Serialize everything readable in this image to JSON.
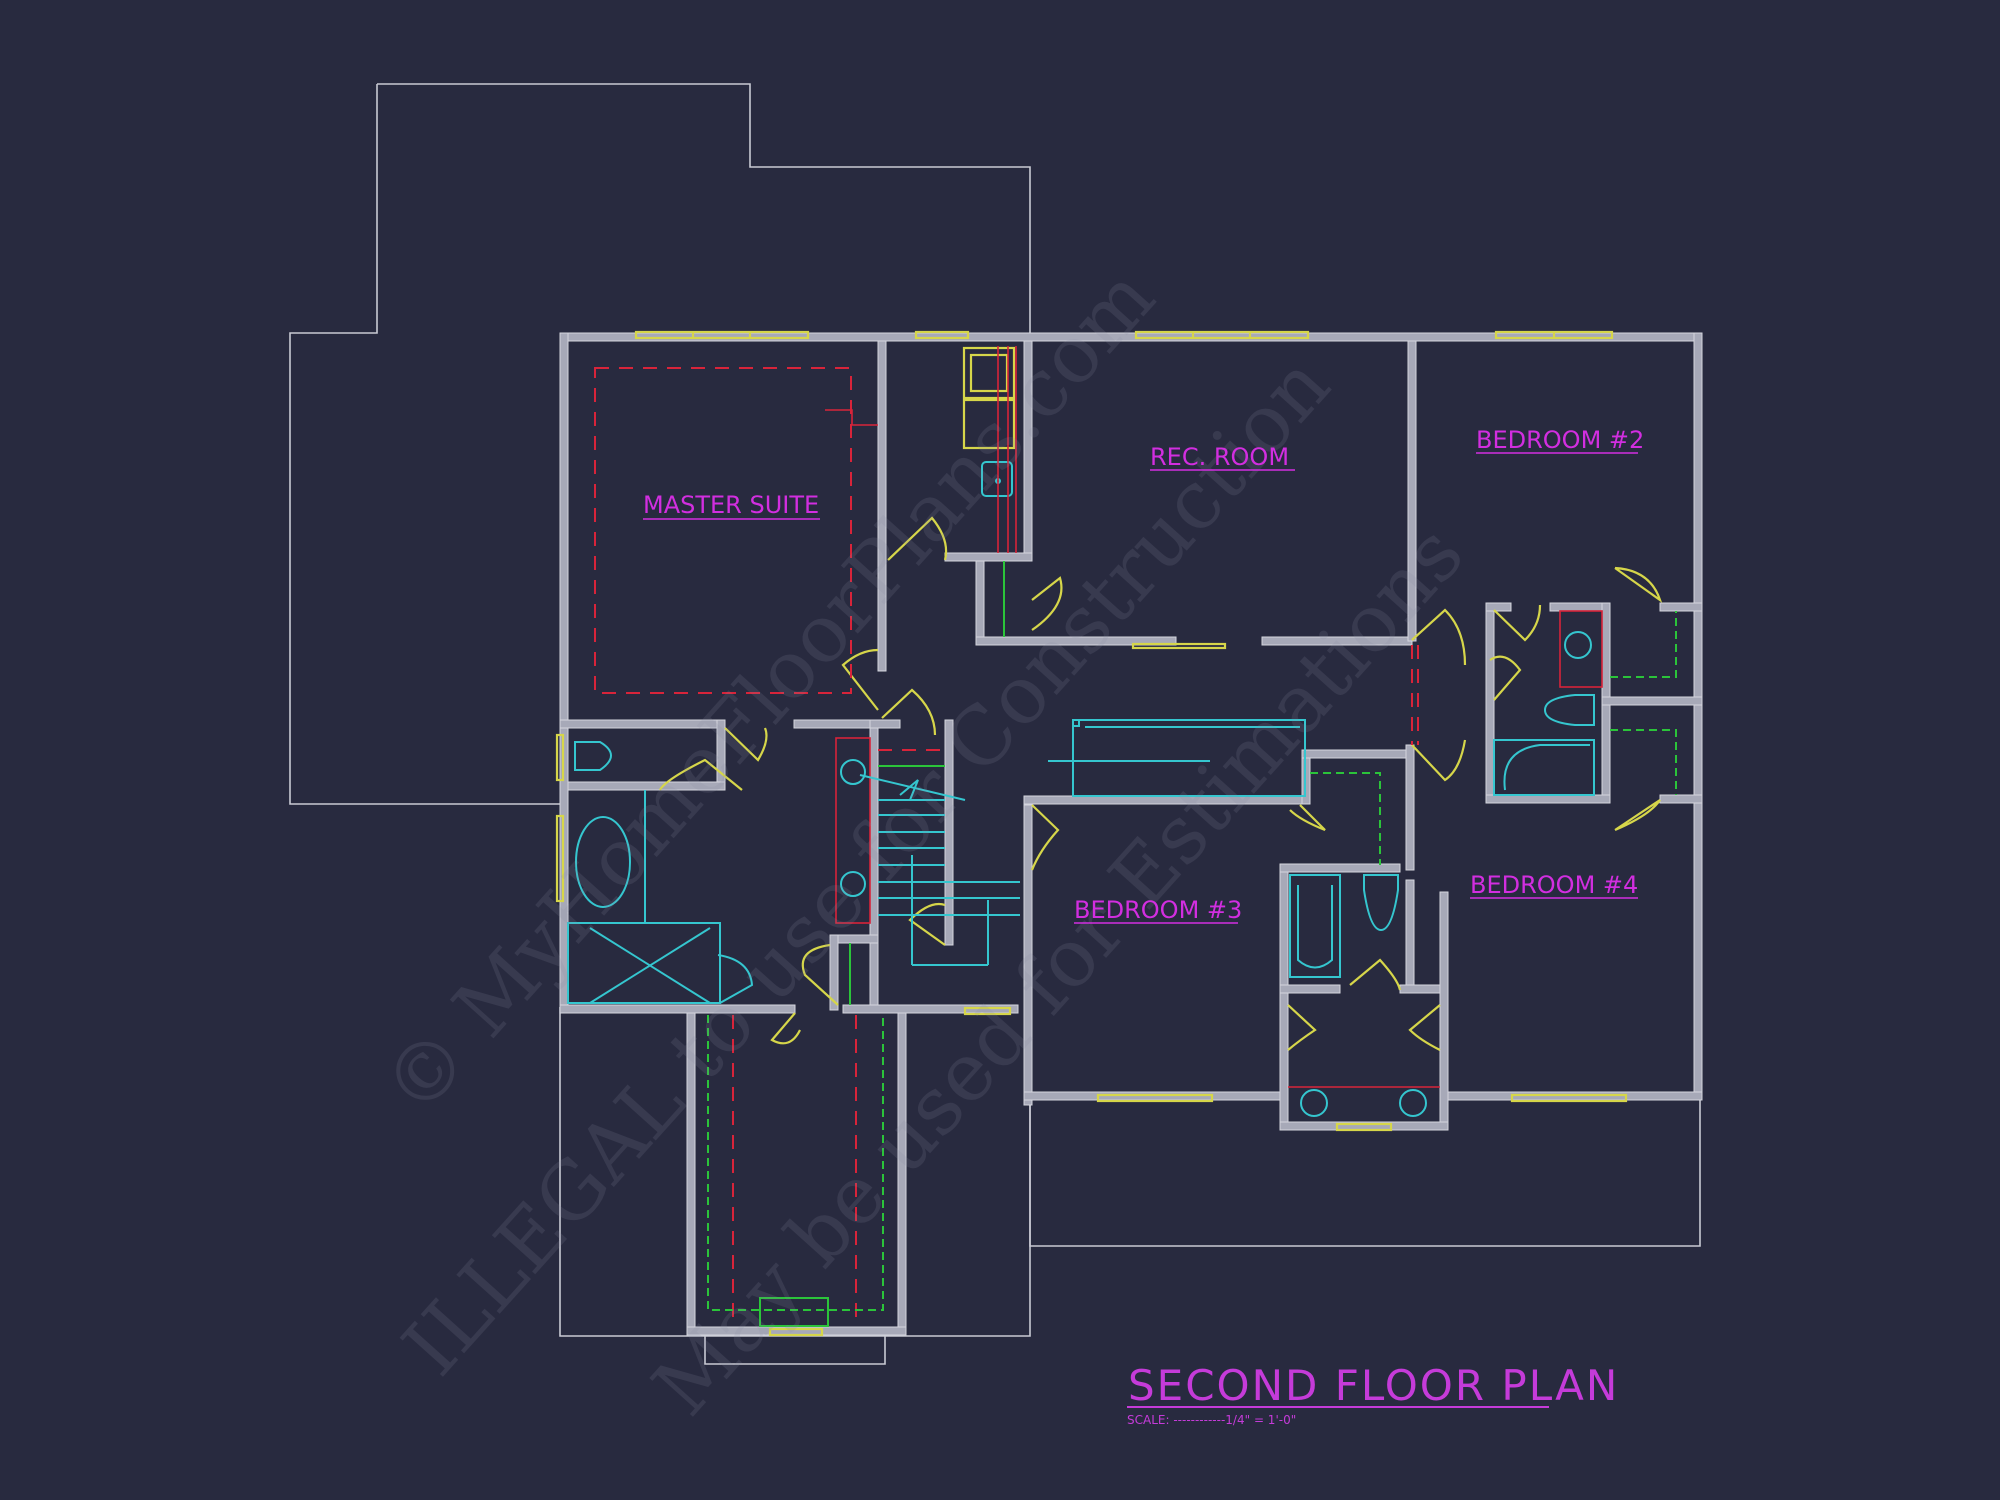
{
  "drawing": {
    "title": "SECOND FLOOR PLAN",
    "scale": "SCALE: ------------1/4\" = 1'-0\""
  },
  "rooms": [
    {
      "name": "MASTER SUITE"
    },
    {
      "name": "REC. ROOM"
    },
    {
      "name": "BEDROOM #2"
    },
    {
      "name": "BEDROOM #3"
    },
    {
      "name": "BEDROOM #4"
    }
  ],
  "watermark": {
    "line1": "© MyHomeFloorPlans.com",
    "line2": "ILLEGAL to use for Construction",
    "line3": "May be used for Estimations"
  },
  "colors": {
    "background": "#282a3f",
    "walls": "#a7a9b8",
    "labels": "#d22ee0",
    "windows_doors": "#d6d64a",
    "fixtures": "#35c6cf",
    "ceiling_lines": "#d8243a",
    "shelving": "#2bc43a"
  }
}
